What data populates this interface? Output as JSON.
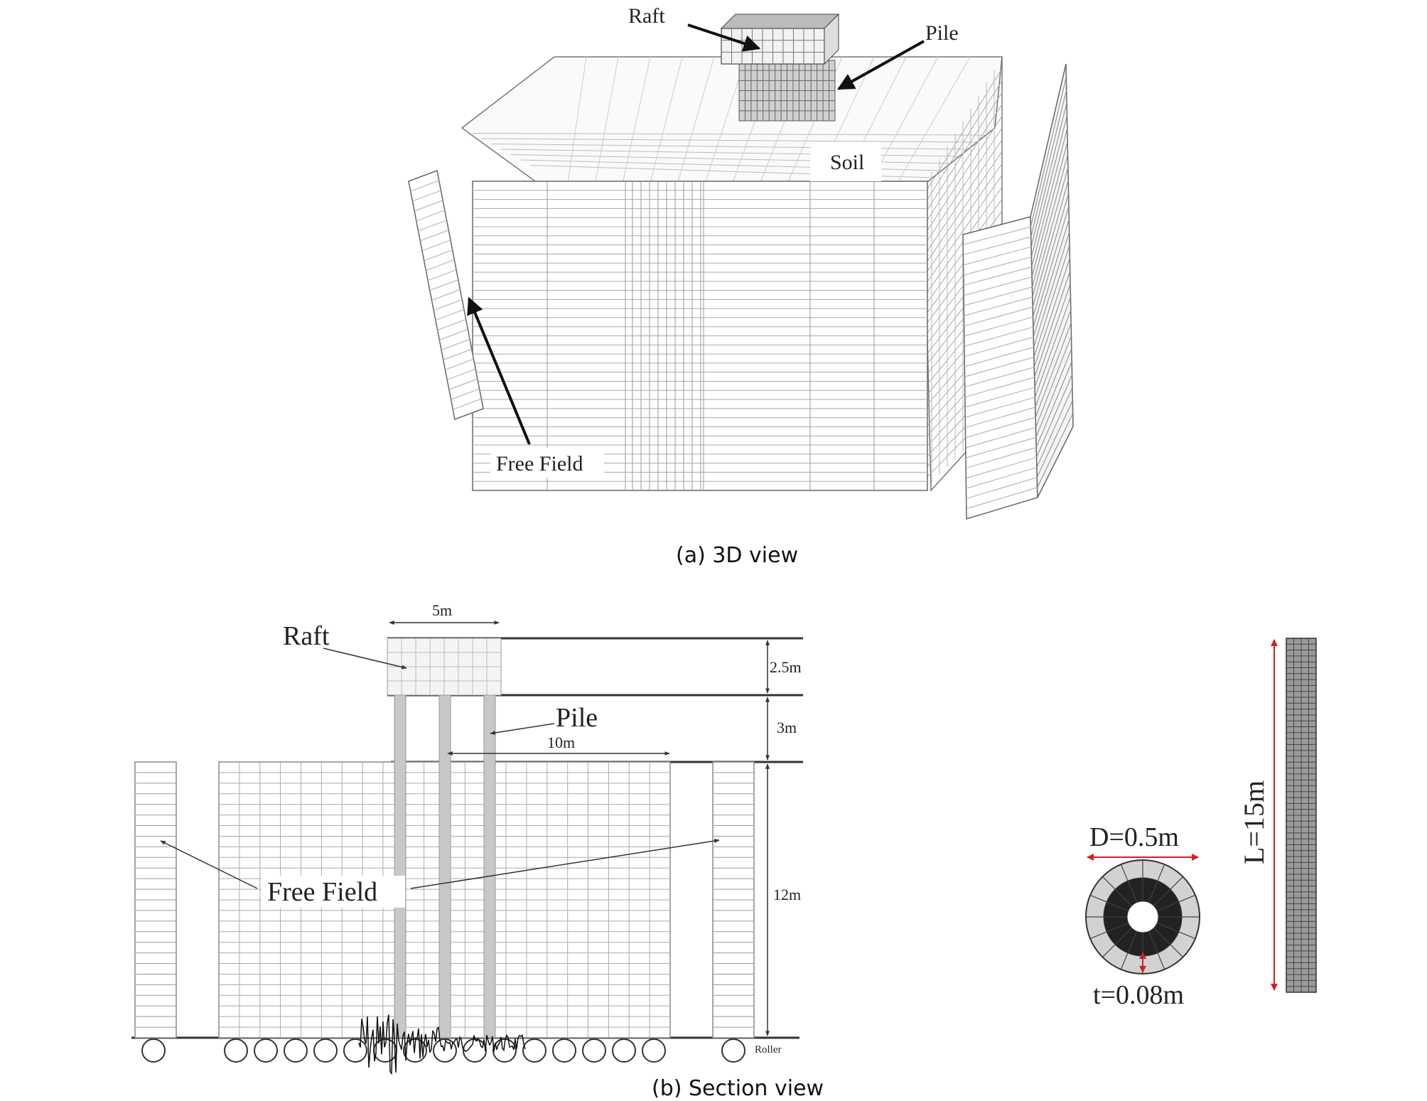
{
  "figure_3d": {
    "raft_label": "Raft",
    "pile_label": "Pile",
    "soil_label": "Soil",
    "free_field_label": "Free Field",
    "caption": "(a)  3D  view"
  },
  "figure_section": {
    "raft_label": "Raft",
    "pile_label": "Pile",
    "free_field_label": "Free Field",
    "dim_raft_width": "5m",
    "dim_raft_height": "2.5m",
    "dim_pile_free": "3m",
    "dim_pile_spacing": "10m",
    "dim_soil_depth": "12m",
    "roller_label": "Roller",
    "caption": "(b)  Section  view"
  },
  "pile_detail": {
    "diameter_label": "D=0.5m",
    "thickness_label": "t=0.08m",
    "length_label": "L=15m"
  },
  "colors": {
    "mesh_line": "#888888",
    "outline": "#555555",
    "pile_fill": "#c8c8c8",
    "dim_arrow_red": "#cc2222",
    "pile_dark": "#333333"
  }
}
